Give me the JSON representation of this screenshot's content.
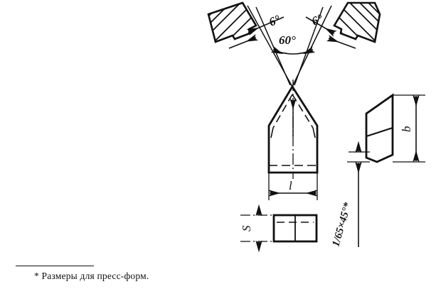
{
  "document": {
    "type": "engineering-drawing",
    "title": "Cutting tool tip geometry drawing",
    "background_color": "#ffffff",
    "line_color": "#111111"
  },
  "annotations": {
    "angle_left": "6°",
    "angle_right": "6°",
    "angle_included": "60°",
    "length_label": "l",
    "width_label": "b",
    "thickness_label": "S",
    "chamfer_note": "1/65×45°*"
  },
  "footnote": {
    "marker": "*",
    "text": "* Размеры для пресс-форм."
  },
  "views": {
    "front": {
      "name": "front-view-pointed-tool",
      "description": "Pointed chisel-shaped tool body with dimension l"
    },
    "side": {
      "name": "side-view-insert",
      "description": "Slanted side view with dimension b and chamfer note"
    },
    "bottom": {
      "name": "bottom-view-rectangle",
      "description": "Small rectangle cross-section with dimension S"
    },
    "jaws": {
      "name": "hatched-die-blocks",
      "description": "Two mirrored hatched die blocks angled at 6 degrees"
    }
  }
}
